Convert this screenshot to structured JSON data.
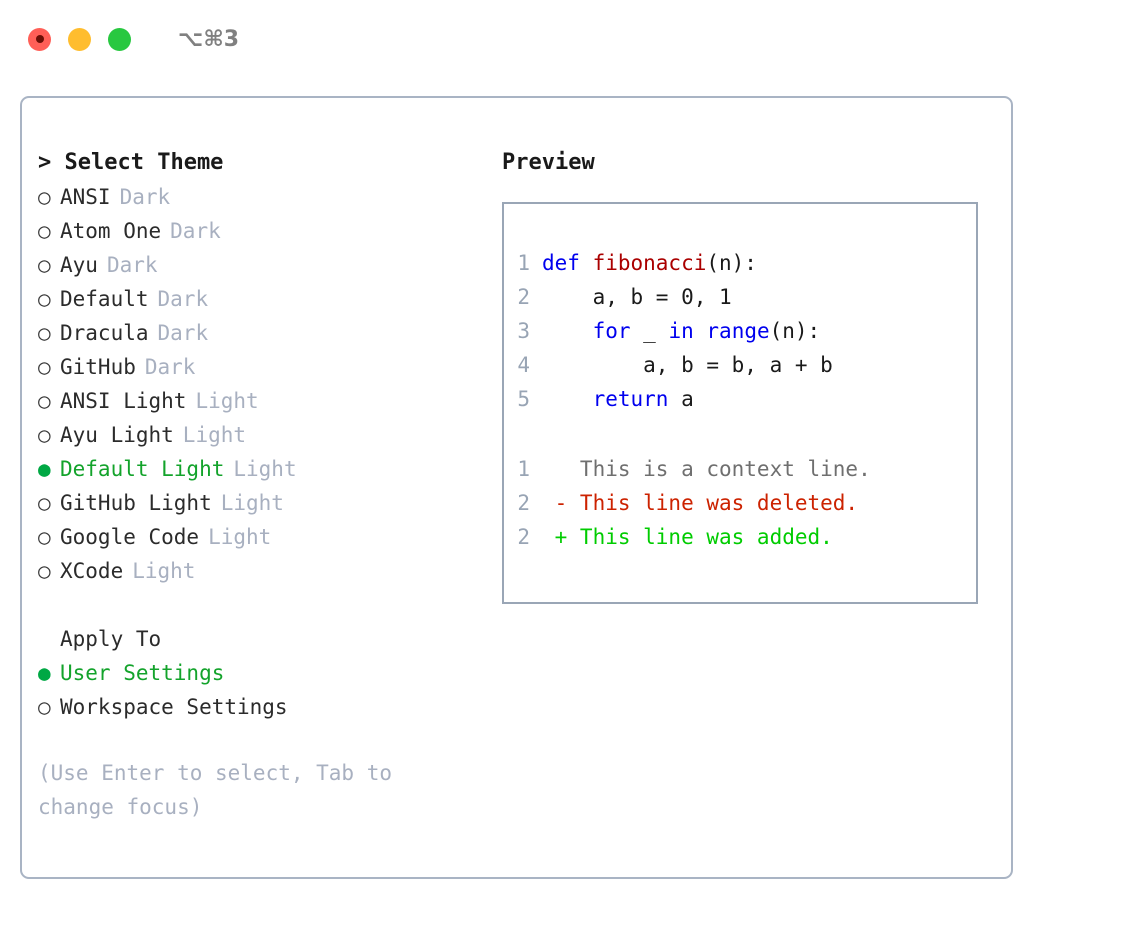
{
  "window": {
    "title": "⌥⌘3",
    "traffic_lights": [
      {
        "name": "close",
        "color": "#ff5f57"
      },
      {
        "name": "minimize",
        "color": "#ffbd2e"
      },
      {
        "name": "maximize",
        "color": "#28c840"
      }
    ]
  },
  "theme_picker": {
    "heading": "> Select Theme",
    "bullet_unselected": "○",
    "bullet_selected": "●",
    "items": [
      {
        "name": "ANSI",
        "mode": "Dark",
        "selected": false
      },
      {
        "name": "Atom One",
        "mode": "Dark",
        "selected": false
      },
      {
        "name": "Ayu",
        "mode": "Dark",
        "selected": false
      },
      {
        "name": "Default",
        "mode": "Dark",
        "selected": false
      },
      {
        "name": "Dracula",
        "mode": "Dark",
        "selected": false
      },
      {
        "name": "GitHub",
        "mode": "Dark",
        "selected": false
      },
      {
        "name": "ANSI Light",
        "mode": "Light",
        "selected": false
      },
      {
        "name": "Ayu Light",
        "mode": "Light",
        "selected": false
      },
      {
        "name": "Default Light",
        "mode": "Light",
        "selected": true
      },
      {
        "name": "GitHub Light",
        "mode": "Light",
        "selected": false
      },
      {
        "name": "Google Code",
        "mode": "Light",
        "selected": false
      },
      {
        "name": "XCode",
        "mode": "Light",
        "selected": false
      }
    ]
  },
  "apply_to": {
    "heading": "Apply To",
    "options": [
      {
        "label": "User Settings",
        "selected": true
      },
      {
        "label": "Workspace Settings",
        "selected": false
      }
    ]
  },
  "hint": "(Use Enter to select, Tab to change focus)",
  "preview": {
    "label": "Preview",
    "code_lines": [
      {
        "num": "1",
        "tokens": [
          {
            "t": "def ",
            "c": "kw"
          },
          {
            "t": "fibonacci",
            "c": "fn"
          },
          {
            "t": "(n):",
            "c": "pl"
          }
        ]
      },
      {
        "num": "2",
        "tokens": [
          {
            "t": "    a, b = 0, 1",
            "c": "pl"
          }
        ]
      },
      {
        "num": "3",
        "tokens": [
          {
            "t": "    ",
            "c": "pl"
          },
          {
            "t": "for",
            "c": "kw"
          },
          {
            "t": " _ ",
            "c": "pl"
          },
          {
            "t": "in",
            "c": "kw"
          },
          {
            "t": " ",
            "c": "pl"
          },
          {
            "t": "range",
            "c": "bi"
          },
          {
            "t": "(n):",
            "c": "pl"
          }
        ]
      },
      {
        "num": "4",
        "tokens": [
          {
            "t": "        a, b = b, a + b",
            "c": "pl"
          }
        ]
      },
      {
        "num": "5",
        "tokens": [
          {
            "t": "    ",
            "c": "pl"
          },
          {
            "t": "return",
            "c": "kw"
          },
          {
            "t": " a",
            "c": "pl"
          }
        ]
      }
    ],
    "diff_lines": [
      {
        "num": "1",
        "marker": " ",
        "text": " This is a context line.",
        "kind": "ctx"
      },
      {
        "num": "2",
        "marker": "-",
        "text": " This line was deleted.",
        "kind": "del"
      },
      {
        "num": "2",
        "marker": "+",
        "text": " This line was added.",
        "kind": "add"
      }
    ]
  },
  "colors": {
    "accent_green": "#13a32b",
    "bullet_green": "#00a844",
    "muted": "#a8b0c0",
    "border": "#a9b4c4",
    "preview_border": "#9aa6b6",
    "keyword_blue": "#0000ee",
    "function_red": "#aa0000",
    "diff_delete": "#cc2200",
    "diff_add": "#00cc00",
    "line_number": "#98a4b4"
  }
}
